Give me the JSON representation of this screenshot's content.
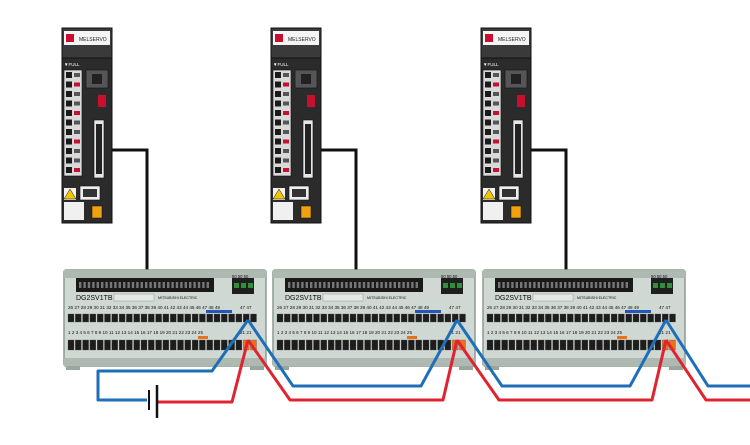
{
  "colors": {
    "background": "#ffffff",
    "servo_body": "#2b2b2b",
    "servo_accent": "#c8102e",
    "terminal_block_body": "#cfd8d2",
    "terminal_block_frame": "#8c9a92",
    "cable": "#111111",
    "wire_positive": "#e0242f",
    "wire_negative": "#1f6fb8",
    "label_blue": "#2456b8",
    "terminal_orange": "#e8711a",
    "terminal_green": "#2f8f3a"
  },
  "icons": {
    "amplifier": "servo-amplifier-icon",
    "terminal_block": "terminal-block-icon",
    "battery": "dc-battery-symbol"
  },
  "units": [
    {
      "amplifier": {
        "brand_text": "MELSERVO",
        "port_label": "▼FULL"
      },
      "terminal_block": {
        "model": "DG2SV1TB",
        "top_numbers": "26 27 28 29 30 31 32 33 34 35 36 37 38 39 40 41 42 43 44 45 46 47 48 49",
        "bottom_numbers": "1 2 3 4 5 6 7 8 9 10 11 12 13 14 15 16 17 18 19 20 21 22 23 24 25",
        "top_right_numbers": "50 50 50",
        "mid_right_numbers": "47 47",
        "bottom_right_numbers": "21 21",
        "maker_text": "MITSUBISHI ELECTRIC"
      }
    },
    {
      "amplifier": {
        "brand_text": "MELSERVO",
        "port_label": "▼FULL"
      },
      "terminal_block": {
        "model": "DG2SV1TB",
        "top_numbers": "26 27 28 29 30 31 32 33 34 35 36 37 38 39 40 41 42 43 44 45 46 47 48 49",
        "bottom_numbers": "1 2 3 4 5 6 7 8 9 10 11 12 13 14 15 16 17 18 19 20 21 22 23 24 25",
        "top_right_numbers": "50 50 50",
        "mid_right_numbers": "47 47",
        "bottom_right_numbers": "21 21",
        "maker_text": "MITSUBISHI ELECTRIC"
      }
    },
    {
      "amplifier": {
        "brand_text": "MELSERVO",
        "port_label": "▼FULL"
      },
      "terminal_block": {
        "model": "DG2SV1TB",
        "top_numbers": "26 27 28 29 30 31 32 33 34 35 36 37 38 39 40 41 42 43 44 45 46 47 48 49",
        "bottom_numbers": "1 2 3 4 5 6 7 8 9 10 11 12 13 14 15 16 17 18 19 20 21 22 23 24 25",
        "top_right_numbers": "50 50 50",
        "mid_right_numbers": "47 47",
        "bottom_right_numbers": "21 21",
        "maker_text": "MITSUBISHI ELECTRIC"
      }
    }
  ]
}
